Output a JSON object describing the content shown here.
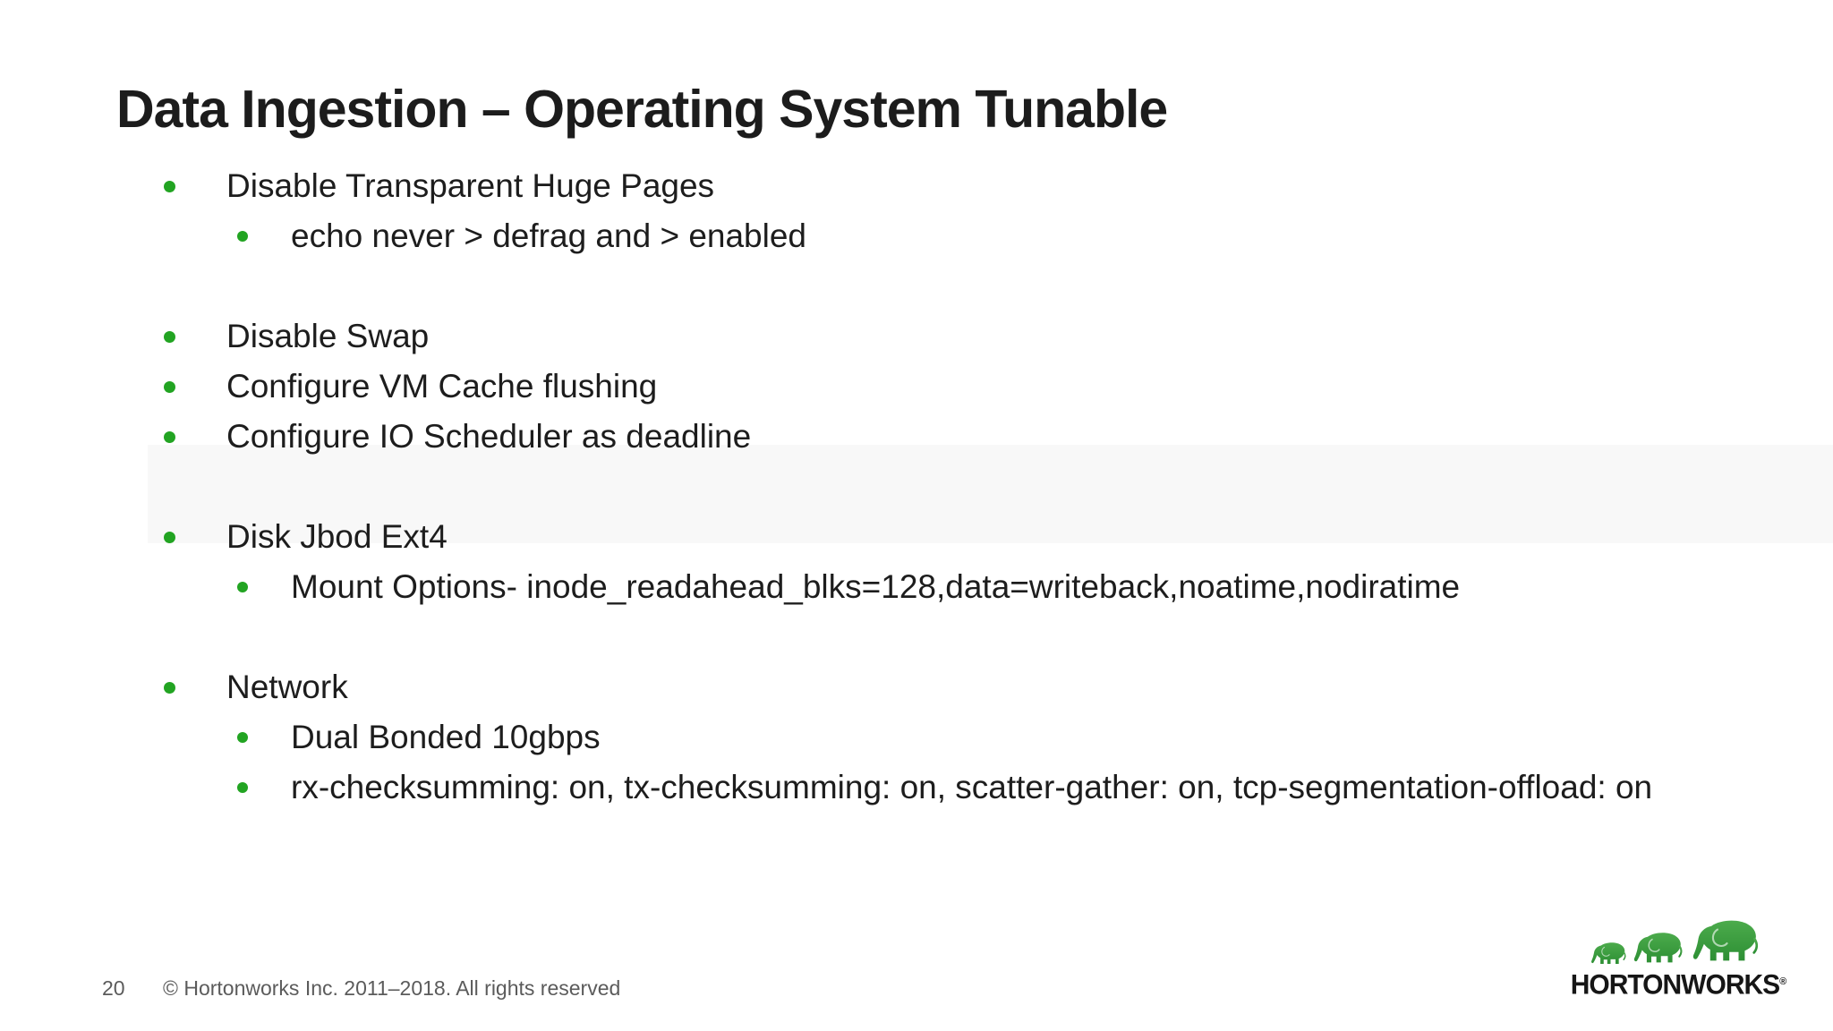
{
  "slide": {
    "title": "Data Ingestion – Operating System Tunable",
    "bullets": [
      {
        "level": 1,
        "text": "Disable Transparent Huge Pages"
      },
      {
        "level": 2,
        "text": "echo never > defrag and > enabled"
      },
      {
        "level": 1,
        "text": "Disable Swap"
      },
      {
        "level": 1,
        "text": "Configure VM Cache flushing"
      },
      {
        "level": 1,
        "text": "Configure IO Scheduler as deadline"
      },
      {
        "level": 1,
        "text": "Disk Jbod Ext4"
      },
      {
        "level": 2,
        "text": "Mount Options- inode_readahead_blks=128,data=writeback,noatime,nodiratime"
      },
      {
        "level": 1,
        "text": "Network"
      },
      {
        "level": 2,
        "text": "Dual Bonded 10gbps"
      },
      {
        "level": 2,
        "text": "rx-checksumming: on, tx-checksumming: on, scatter-gather: on, tcp-segmentation-offload: on"
      }
    ],
    "footer": {
      "page_number": "20",
      "copyright": "© Hortonworks Inc. 2011–2018. All rights reserved"
    },
    "logo": {
      "brand": "HORTONWORKS",
      "trademark": "®"
    },
    "colors": {
      "bullet_green": "#22a422",
      "logo_green_light": "#4cab4c",
      "logo_green_dark": "#2d8f34",
      "text": "#1d1d1d",
      "footer_gray": "#5b5b5b",
      "background": "#ffffff"
    }
  }
}
